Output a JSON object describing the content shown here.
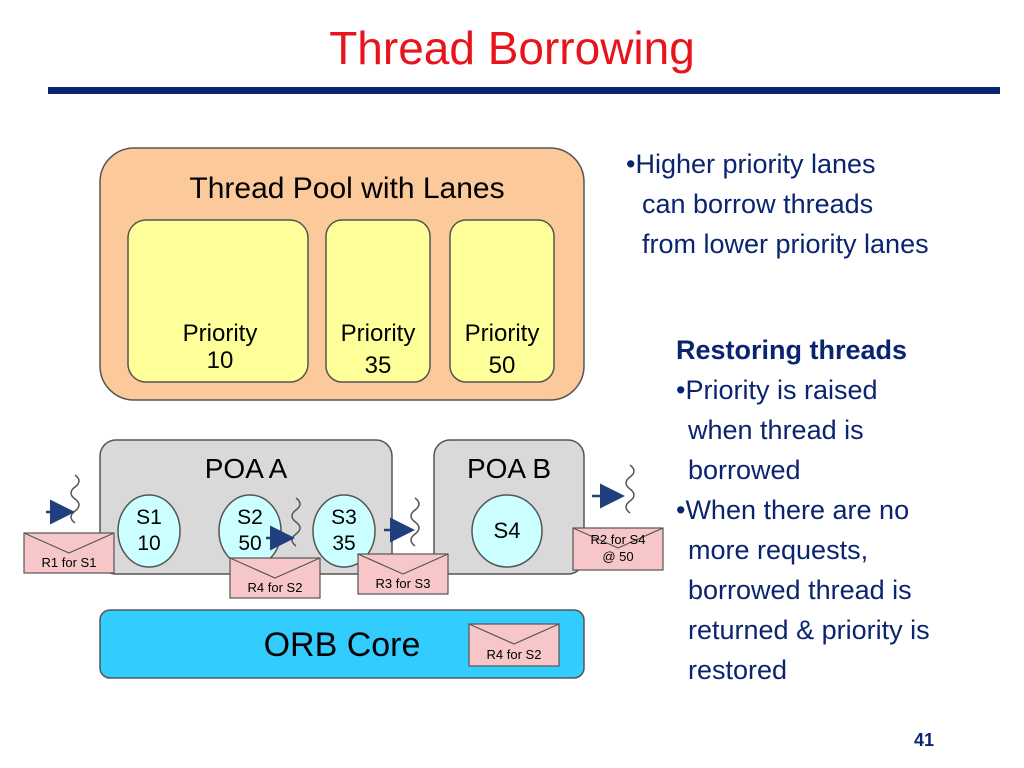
{
  "slide": {
    "title": "Thread Borrowing",
    "page_number": "41"
  },
  "diagram": {
    "thread_pool": {
      "label": "Thread Pool with Lanes",
      "lanes": [
        {
          "line1": "Priority",
          "line2": "10"
        },
        {
          "line1": "Priority",
          "line2": "35"
        },
        {
          "line1": "Priority",
          "line2": "50"
        }
      ]
    },
    "poa_a": {
      "label": "POA A",
      "servants": [
        {
          "line1": "S1",
          "line2": "10"
        },
        {
          "line1": "S2",
          "line2": "50"
        },
        {
          "line1": "S3",
          "line2": "35"
        }
      ]
    },
    "poa_b": {
      "label": "POA B",
      "servants": [
        {
          "line1": "S4",
          "line2": ""
        }
      ]
    },
    "orb_core": {
      "label": "ORB Core"
    },
    "requests": {
      "r1": "R1 for S1",
      "r4": "R4 for S2",
      "r3": "R3 for S3",
      "r2_line1": "R2 for S4",
      "r2_line2": "@ 50",
      "r4_orb": "R4 for S2"
    },
    "colors": {
      "thread_pool_fill": "#fbc99a",
      "lane_fill": "#ffff99",
      "poa_fill": "#d9d9d9",
      "servant_fill": "#ccffff",
      "orb_fill": "#33ccff",
      "envelope_fill": "#f7c6c9",
      "arrow": "#1f3f7f"
    }
  },
  "bullets": {
    "main": [
      "•Higher priority lanes",
      "  can borrow threads",
      "  from lower priority lanes"
    ],
    "restoring_heading": "Restoring threads",
    "restoring_1": [
      "•Priority is raised",
      "  when thread is",
      "  borrowed"
    ],
    "restoring_2": [
      "•When there are no",
      "  more requests,",
      "  borrowed thread is",
      "  returned & priority is",
      "  restored"
    ]
  }
}
